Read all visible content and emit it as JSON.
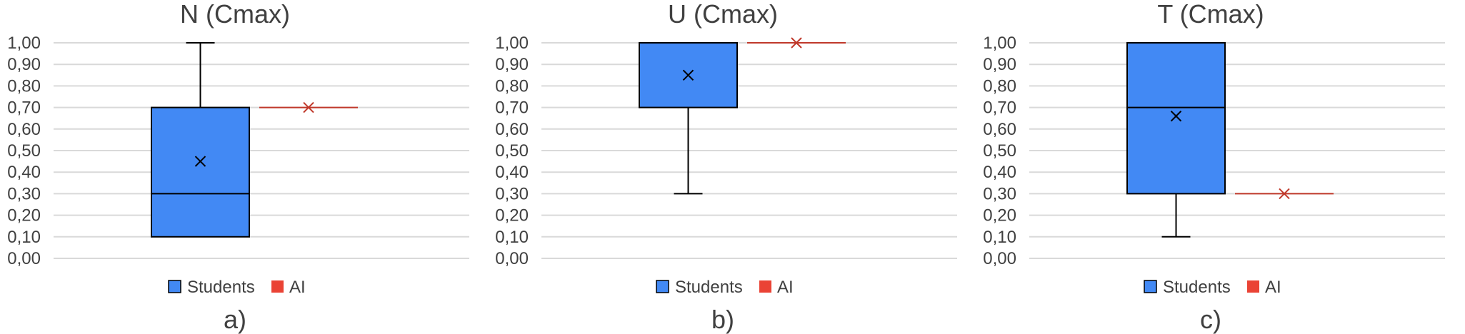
{
  "chart_data": [
    {
      "type": "box",
      "title": "N (Cmax)",
      "sublabel": "a)",
      "ylim": [
        0,
        1
      ],
      "y_ticks": [
        "0,00",
        "0,10",
        "0,20",
        "0,30",
        "0,40",
        "0,50",
        "0,60",
        "0,70",
        "0,80",
        "0,90",
        "1,00"
      ],
      "grid": true,
      "legend_position": "bottom",
      "legend": [
        "Students",
        "AI"
      ],
      "series": [
        {
          "name": "Students",
          "min": 0.1,
          "q1": 0.1,
          "median": 0.3,
          "q3": 0.7,
          "max": 1.0,
          "mean": 0.45
        },
        {
          "name": "AI",
          "min": 0.7,
          "q1": 0.7,
          "median": 0.7,
          "q3": 0.7,
          "max": 0.7,
          "mean": 0.7
        }
      ]
    },
    {
      "type": "box",
      "title": "U (Cmax)",
      "sublabel": "b)",
      "ylim": [
        0,
        1
      ],
      "y_ticks": [
        "0,00",
        "0,10",
        "0,20",
        "0,30",
        "0,40",
        "0,50",
        "0,60",
        "0,70",
        "0,80",
        "0,90",
        "1,00"
      ],
      "grid": true,
      "legend_position": "bottom",
      "legend": [
        "Students",
        "AI"
      ],
      "series": [
        {
          "name": "Students",
          "min": 0.3,
          "q1": 0.7,
          "median": 1.0,
          "q3": 1.0,
          "max": 1.0,
          "mean": 0.85
        },
        {
          "name": "AI",
          "min": 1.0,
          "q1": 1.0,
          "median": 1.0,
          "q3": 1.0,
          "max": 1.0,
          "mean": 1.0
        }
      ]
    },
    {
      "type": "box",
      "title": "T (Cmax)",
      "sublabel": "c)",
      "ylim": [
        0,
        1
      ],
      "y_ticks": [
        "0,00",
        "0,10",
        "0,20",
        "0,30",
        "0,40",
        "0,50",
        "0,60",
        "0,70",
        "0,80",
        "0,90",
        "1,00"
      ],
      "grid": true,
      "legend_position": "bottom",
      "legend": [
        "Students",
        "AI"
      ],
      "series": [
        {
          "name": "Students",
          "min": 0.1,
          "q1": 0.3,
          "median": 0.7,
          "q3": 1.0,
          "max": 1.0,
          "mean": 0.66
        },
        {
          "name": "AI",
          "min": 0.3,
          "q1": 0.3,
          "median": 0.3,
          "q3": 0.3,
          "max": 0.3,
          "mean": 0.3
        }
      ]
    }
  ],
  "colors": {
    "students_fill": "#4289F4",
    "students_stroke": "#000000",
    "ai": "#C0392B",
    "ai_legend": "#EA4335",
    "grid": "#D9D9D9",
    "text": "#404040"
  }
}
